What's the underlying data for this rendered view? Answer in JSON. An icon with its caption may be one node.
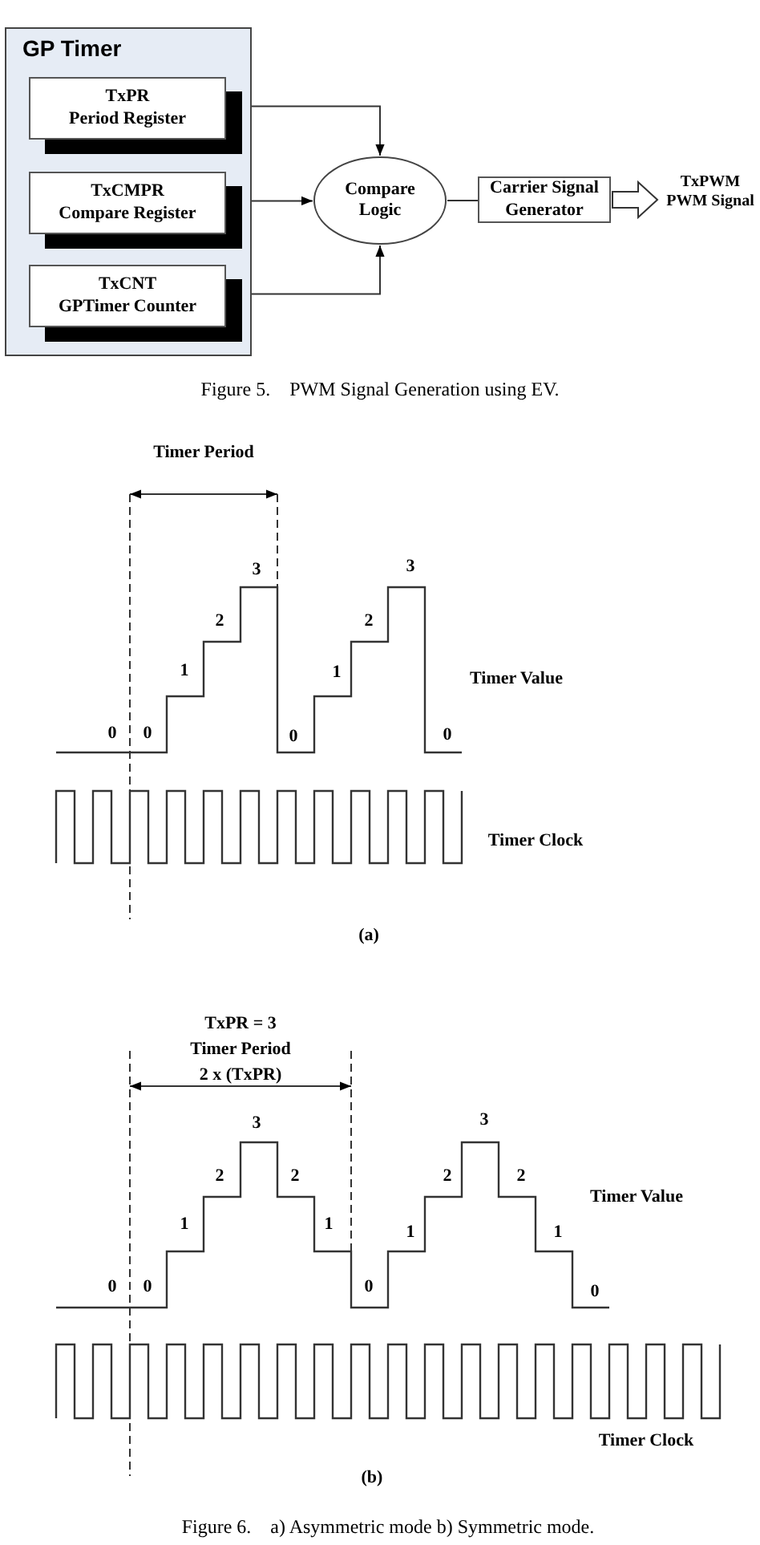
{
  "diagram": {
    "nodes": [
      {
        "text": [
          "GP Timer"
        ]
      },
      {
        "text": [
          "TxPR",
          "Period Register"
        ],
        "in": 0
      },
      {
        "text": [
          "TxCMPR",
          "Compare Register"
        ],
        "in": 0
      },
      {
        "text": [
          "TxCNT",
          "GPTimer Counter"
        ],
        "in": 0
      },
      {
        "text": [
          "Compare Logic"
        ]
      },
      {
        "text": [
          "Carrier Signal Generator"
        ]
      },
      {
        "text": [
          "TxPWM",
          "PWM Signal"
        ]
      }
    ],
    "edges": [
      {
        "from": 1,
        "to": 4,
        "arrow": "to"
      },
      {
        "from": 2,
        "to": 4,
        "arrow": "to"
      },
      {
        "from": 3,
        "to": 4,
        "arrow": "to"
      },
      {
        "from": 4,
        "to": 5,
        "arrow": "none"
      },
      {
        "from": 5,
        "to": 6,
        "arrow": "to",
        "style": "thick"
      }
    ],
    "labels": [
      "Figure 5.    PWM Signal Generation using EV.",
      "Timer Period",
      "0",
      "0",
      "1",
      "2",
      "3",
      "0",
      "1",
      "2",
      "3",
      "0",
      "Timer Value",
      "Timer Clock",
      "(a)",
      "TxPR = 3",
      "Timer Period",
      "2 x (TxPR)",
      "0",
      "0",
      "1",
      "2",
      "3",
      "2",
      "1",
      "0",
      "1",
      "2",
      "3",
      "2",
      "1",
      "0",
      "Timer Value",
      "Timer Clock",
      "(b)",
      "Figure 6.    a) Asymmetric mode b) Symmetric mode."
    ]
  }
}
